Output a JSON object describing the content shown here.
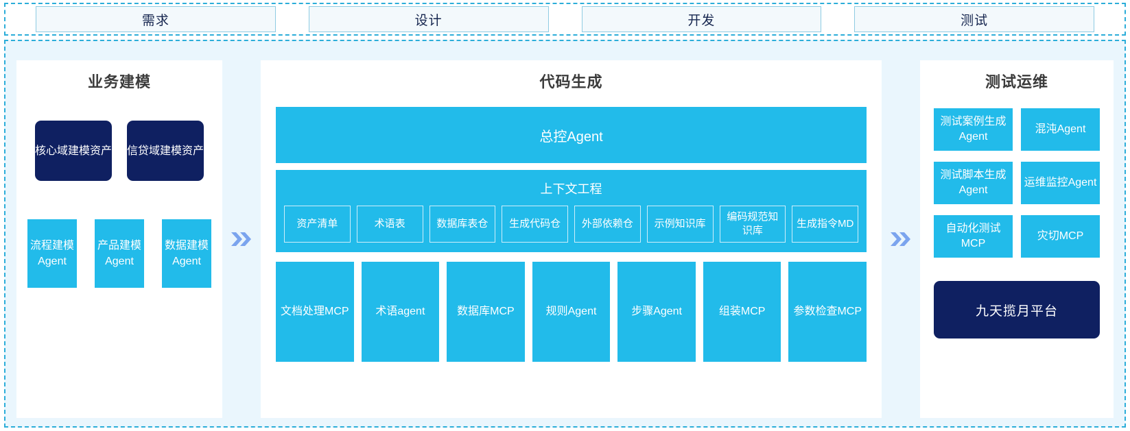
{
  "phases": [
    {
      "label": "需求"
    },
    {
      "label": "设计"
    },
    {
      "label": "开发"
    },
    {
      "label": "测试"
    }
  ],
  "arrows": {
    "icon_name": "double-chevron-right-icon",
    "color": "#7ba4ee"
  },
  "colors": {
    "accent_blue": "#22bbea",
    "navy": "#0f2061",
    "frame_border": "#2badd9",
    "frame_background": "#eaf6fd",
    "panel_background": "#ffffff",
    "title_text": "#3b3b3b"
  },
  "left_panel": {
    "title": "业务建模",
    "assets": [
      {
        "label": "核心域建模资产"
      },
      {
        "label": "信贷域建模资产"
      }
    ],
    "agents": [
      {
        "label": "流程建模Agent"
      },
      {
        "label": "产品建模Agent"
      },
      {
        "label": "数据建模Agent"
      }
    ]
  },
  "center_panel": {
    "title": "代码生成",
    "master_agent": "总控Agent",
    "context": {
      "title": "上下文工程",
      "items": [
        {
          "label": "资产清单"
        },
        {
          "label": "术语表"
        },
        {
          "label": "数据库表仓"
        },
        {
          "label": "生成代码仓"
        },
        {
          "label": "外部依赖仓"
        },
        {
          "label": "示例知识库"
        },
        {
          "label": "编码规范知识库"
        },
        {
          "label": "生成指令MD"
        }
      ]
    },
    "mcp_items": [
      {
        "label": "文档处理MCP"
      },
      {
        "label": "术语agent"
      },
      {
        "label": "数据库MCP"
      },
      {
        "label": "规则Agent"
      },
      {
        "label": "步骤Agent"
      },
      {
        "label": "组装MCP"
      },
      {
        "label": "参数检查MCP"
      }
    ]
  },
  "right_panel": {
    "title": "测试运维",
    "cells": [
      {
        "label": "测试案例生成Agent"
      },
      {
        "label": "混沌Agent"
      },
      {
        "label": "测试脚本生成Agent"
      },
      {
        "label": "运维监控Agent"
      },
      {
        "label": "自动化测试MCP"
      },
      {
        "label": "灾切MCP"
      }
    ],
    "platform": "九天揽月平台"
  }
}
